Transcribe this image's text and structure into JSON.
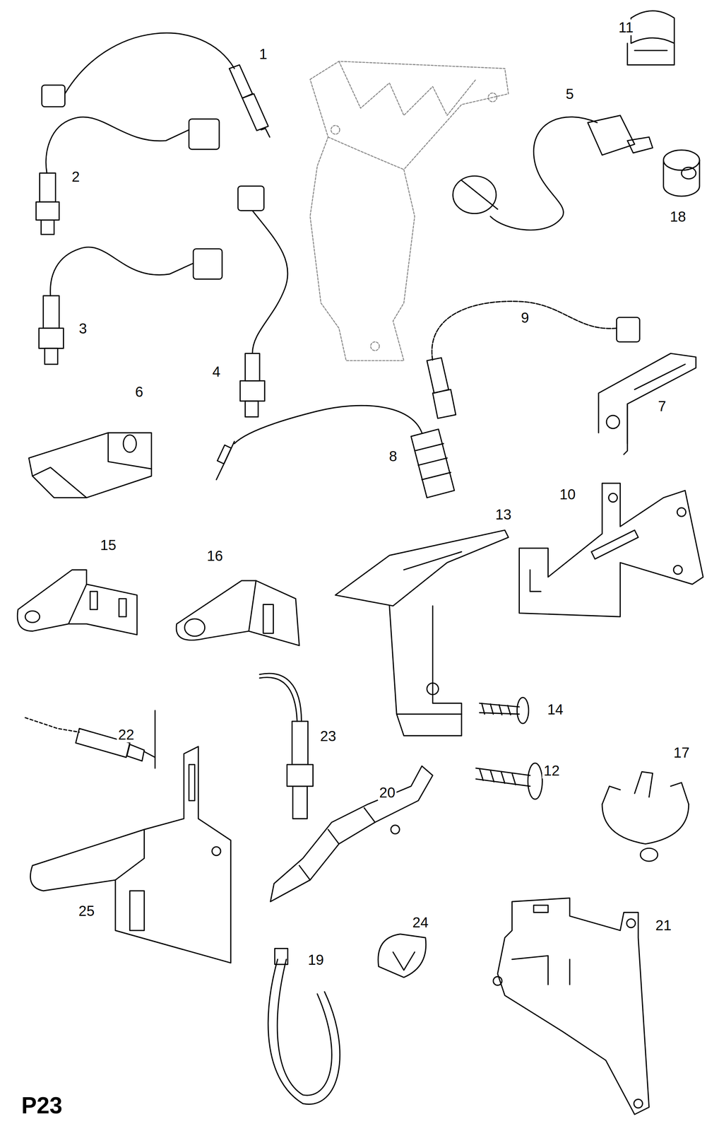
{
  "diagram": {
    "labels": [
      "1",
      "2",
      "3",
      "4",
      "5",
      "6",
      "7",
      "8",
      "9",
      "10",
      "11",
      "12",
      "13",
      "14",
      "15",
      "16",
      "17",
      "18",
      "19",
      "20",
      "21",
      "22",
      "23",
      "24",
      "25",
      "P23"
    ]
  }
}
